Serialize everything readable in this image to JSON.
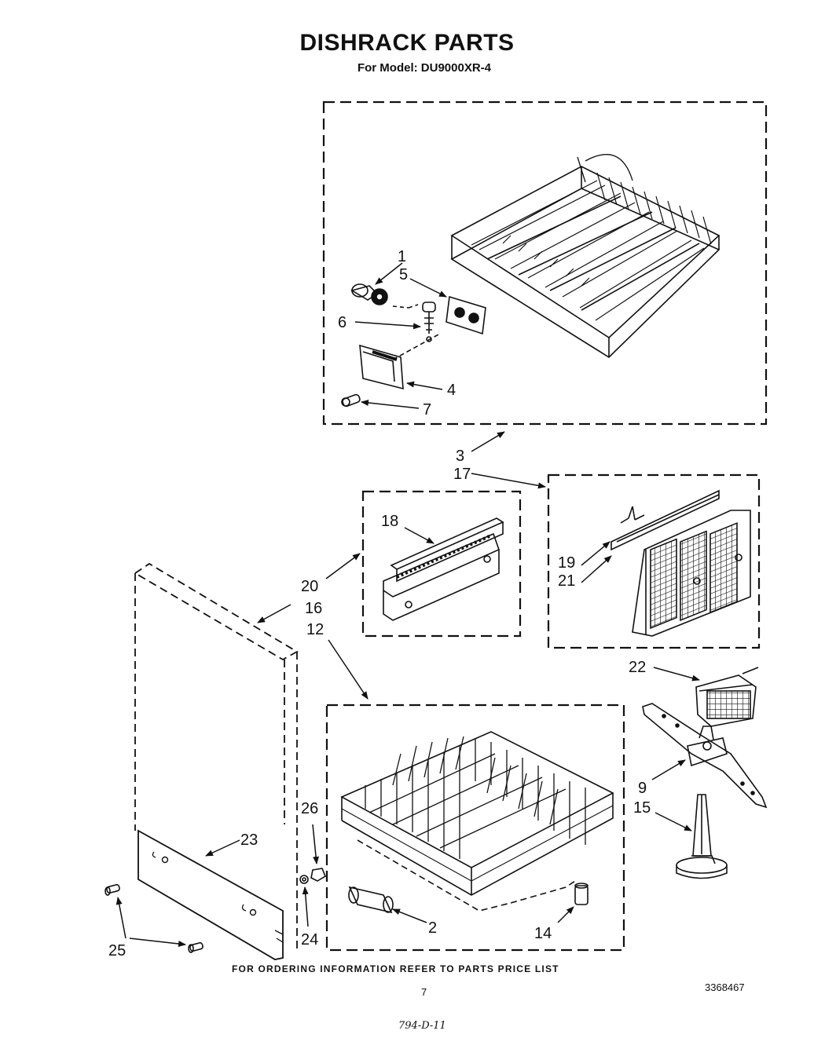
{
  "title": "DISHRACK PARTS",
  "subtitle": "For Model: DU9000XR-4",
  "callouts": {
    "c1": "1",
    "c2": "2",
    "c3": "3",
    "c4": "4",
    "c5": "5",
    "c6": "6",
    "c7": "7",
    "c9": "9",
    "c12": "12",
    "c14": "14",
    "c15": "15",
    "c16": "16",
    "c17": "17",
    "c18": "18",
    "c19": "19",
    "c20": "20",
    "c21": "21",
    "c22": "22",
    "c23": "23",
    "c24": "24",
    "c25": "25",
    "c26": "26"
  },
  "footer": "FOR ORDERING INFORMATION REFER TO PARTS PRICE LIST",
  "page_number": "7",
  "doc_number": "3368467",
  "handwritten_note": "794-D-11"
}
